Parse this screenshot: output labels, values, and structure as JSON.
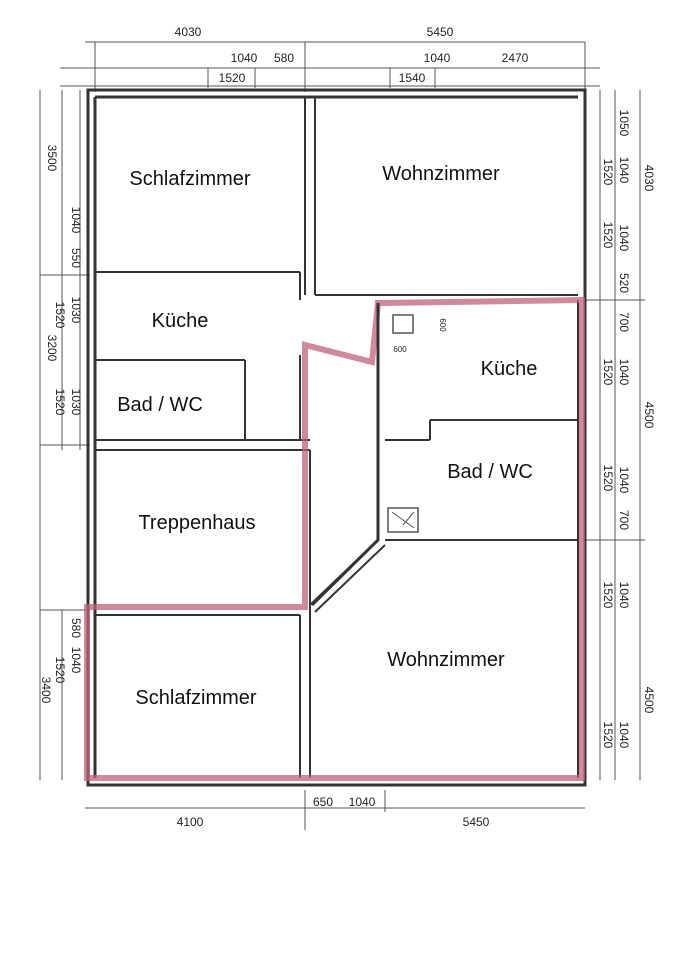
{
  "rooms": {
    "schlafzimmer_top": "Schlafzimmer",
    "wohnzimmer_top": "Wohnzimmer",
    "kueche_left": "Küche",
    "bad_left": "Bad / WC",
    "treppenhaus": "Treppenhaus",
    "kueche_right": "Küche",
    "bad_right": "Bad / WC",
    "wohnzimmer_bottom": "Wohnzimmer",
    "schlafzimmer_bottom": "Schlafzimmer"
  },
  "dims": {
    "top": [
      "4030",
      "5450",
      "1040",
      "580",
      "1040",
      "2470",
      "1520",
      "1540"
    ],
    "left_upper": [
      "3500",
      "1040",
      "550",
      "1030",
      "1520",
      "3200",
      "1520",
      "1030"
    ],
    "left_lower": [
      "580",
      "1040",
      "1520",
      "3400"
    ],
    "right": [
      "1050",
      "1040",
      "1520",
      "4030",
      "1040",
      "1520",
      "520",
      "700",
      "1040",
      "1520",
      "4500",
      "1040",
      "1520",
      "700",
      "1040",
      "1520",
      "4500",
      "1040",
      "1520"
    ],
    "bottom": [
      "4100",
      "650",
      "1040",
      "5450"
    ],
    "kitchen_marks": [
      "600",
      "600"
    ]
  }
}
